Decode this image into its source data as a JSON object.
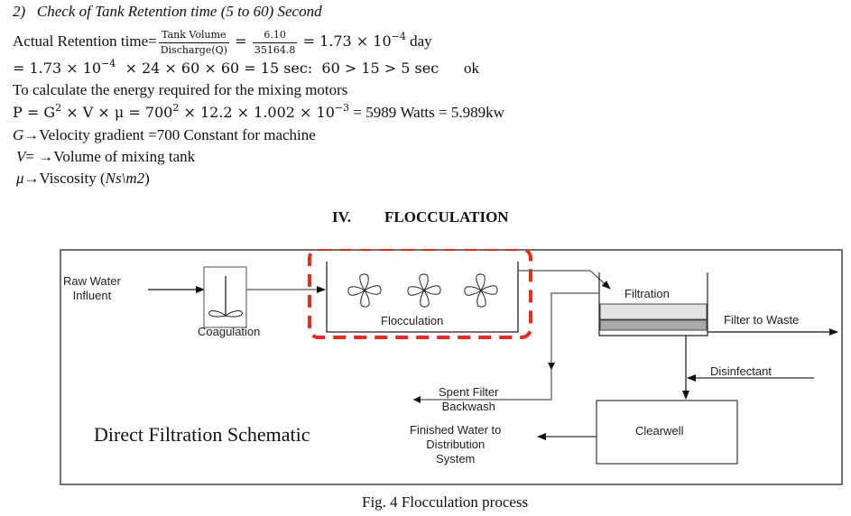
{
  "calc": {
    "section_title": "2)   Check of Tank Retention time (5 to 60) Second",
    "retention_label": "Actual Retention time=",
    "frac1_num": "Tank Volume",
    "frac1_den": "Discharge(Q)",
    "eq1": "=",
    "frac2_num": "6.10",
    "frac2_den": "35164.8",
    "retention_result_prefix": "= 1.73 × 10",
    "retention_result_exp": "−4",
    "retention_result_unit": " day",
    "line3_prefix": "= 1.73 × 10",
    "line3_exp": "−4",
    "line3_rest": "  × 24 × 60 × 60 = 15 sec:  60 > 15 > 5 sec",
    "line3_ok": "ok",
    "energy_intro": "To calculate the energy required for the mixing motors",
    "power_a": "P = G",
    "power_sq": "2",
    "power_b": " × V × μ = 700",
    "power_sq2": "2",
    "power_c": " × 12.2 × 1.002 × 10",
    "power_exp": "−3",
    "power_d": " = 5989 Watts = 5.989kw",
    "def_g_sym": "G",
    "def_g_text": "→Velocity gradient =700 Constant for machine",
    "def_v_sym": "V",
    "def_v_text": "= →Volume of mixing tank",
    "def_mu_sym": "μ",
    "def_mu_text": "→Viscosity (",
    "def_mu_unit": "Ns\\m2",
    "def_mu_close": ")"
  },
  "heading": {
    "number": "IV.",
    "title": "FLOCCULATION"
  },
  "diagram": {
    "title": "Direct Filtration Schematic",
    "highlight_color": "#ee2a1b",
    "labels": {
      "raw_water": "Raw Water\nInfluent",
      "coagulation": "Coagulation",
      "flocculation": "Flocculation",
      "filtration": "Filtration",
      "filter_to_waste": "Filter to Waste",
      "disinfectant": "Disinfectant",
      "spent_filter": "Spent Filter\nBackwash",
      "finished_water": "Finished Water to\nDistribution\nSystem",
      "clearwell": "Clearwell"
    }
  },
  "caption": "Fig. 4 Flocculation process"
}
